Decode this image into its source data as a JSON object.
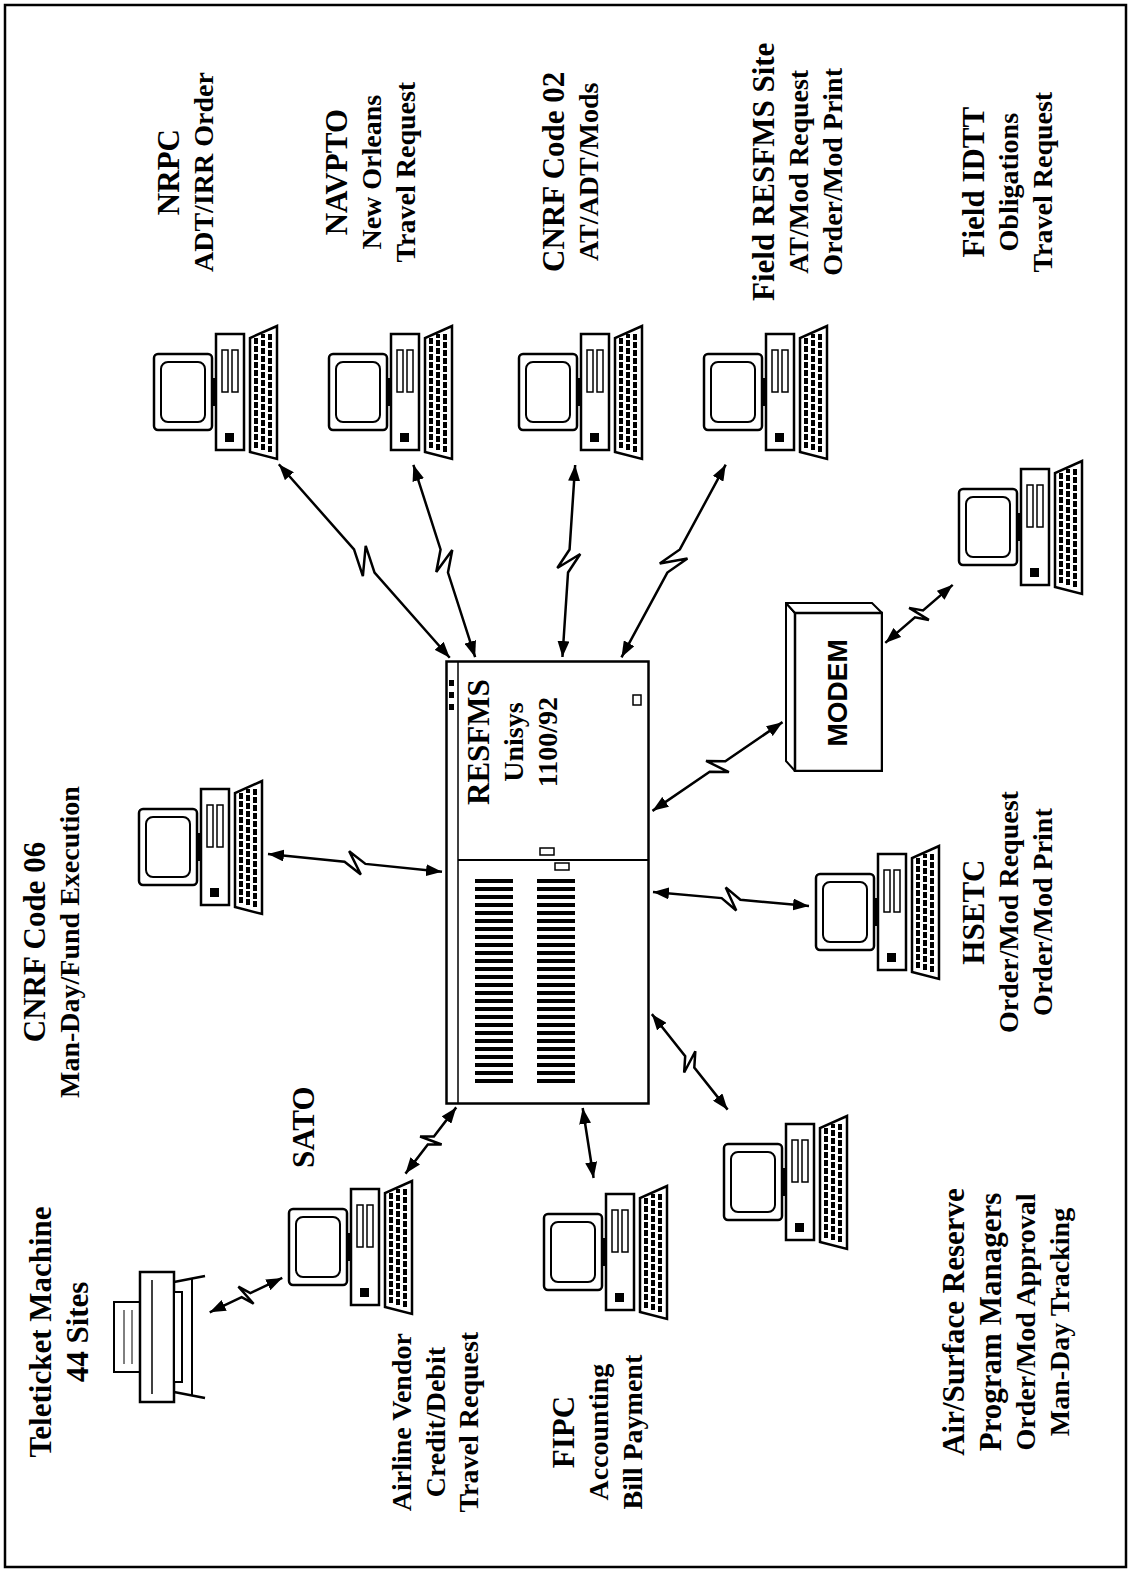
{
  "diagram": {
    "nodes": [
      {
        "text": [
          "Teleticket Machine",
          "44 Sites"
        ]
      },
      {
        "text": [
          "SATO",
          "Airline Vendor",
          "Credit/Debit",
          "Travel Request"
        ]
      },
      {
        "text": [
          "CNRF Code 06",
          "Man-Day/Fund Execution"
        ]
      },
      {
        "text": [
          "FIPC",
          "Accounting",
          "Bill Payment"
        ]
      },
      {
        "text": [
          "RESFMS",
          "Unisys 1100/92"
        ]
      },
      {
        "text": [
          "Air/Surface Reserve Program Managers",
          "Order/Mod Approval",
          "Man-Day Tracking"
        ]
      },
      {
        "text": [
          "NRPC",
          "ADT/IRR Order"
        ]
      },
      {
        "text": [
          "NAVPTO",
          "New Orleans",
          "Travel Request"
        ]
      },
      {
        "text": [
          "CNRF Code 02",
          "AT/ADT/Mods"
        ]
      },
      {
        "text": [
          "HSETC",
          "Order/Mod Request",
          "Order/Mod Print"
        ]
      },
      {
        "text": [
          "Field RESFMS Site",
          "AT/Mod Request",
          "Order/Mod Print"
        ]
      },
      {
        "text": [
          "MODEM"
        ]
      },
      {
        "text": [
          "Field IDTT",
          "Obligations",
          "Travel Request"
        ]
      }
    ],
    "edges": [
      {
        "from": 0,
        "to": 1,
        "arrow": "both"
      },
      {
        "from": 1,
        "to": 4,
        "arrow": "both"
      },
      {
        "from": 2,
        "to": 4,
        "arrow": "both"
      },
      {
        "from": 3,
        "to": 4,
        "arrow": "both"
      },
      {
        "from": 5,
        "to": 4,
        "arrow": "both"
      },
      {
        "from": 6,
        "to": 4,
        "arrow": "both"
      },
      {
        "from": 7,
        "to": 4,
        "arrow": "both"
      },
      {
        "from": 8,
        "to": 4,
        "arrow": "both"
      },
      {
        "from": 9,
        "to": 4,
        "arrow": "both"
      },
      {
        "from": 10,
        "to": 4,
        "arrow": "both"
      },
      {
        "from": 12,
        "to": 11,
        "arrow": "both"
      },
      {
        "from": 11,
        "to": 4,
        "arrow": "both"
      }
    ]
  }
}
